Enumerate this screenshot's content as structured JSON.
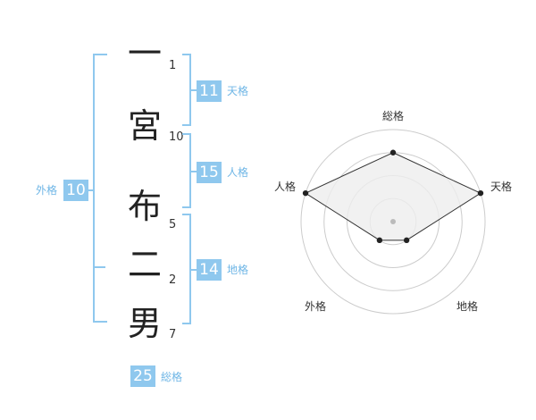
{
  "name": {
    "characters": [
      {
        "char": "一",
        "strokes": "1"
      },
      {
        "char": "宮",
        "strokes": "10"
      },
      {
        "char": "布",
        "strokes": "5"
      },
      {
        "char": "二",
        "strokes": "2"
      },
      {
        "char": "男",
        "strokes": "7"
      }
    ]
  },
  "scores": {
    "tenkaku": {
      "value": "11",
      "label": "天格"
    },
    "jinkaku": {
      "value": "15",
      "label": "人格"
    },
    "chikaku": {
      "value": "14",
      "label": "地格"
    },
    "gaikaku": {
      "value": "10",
      "label": "外格"
    },
    "soukaku": {
      "value": "25",
      "label": "総格"
    }
  },
  "radar": {
    "axes": [
      "総格",
      "天格",
      "地格",
      "外格",
      "人格"
    ],
    "levels": 4,
    "values": [
      0.75,
      1.0,
      0.25,
      0.25,
      1.0
    ],
    "colors": {
      "ring": "#cccccc",
      "fill": "#eeeeee",
      "line": "#333333",
      "point": "#222222",
      "center": "#bbbbbb"
    }
  },
  "colors": {
    "accent": "#8fc8ee",
    "accent_text": "#6fb6e6"
  }
}
